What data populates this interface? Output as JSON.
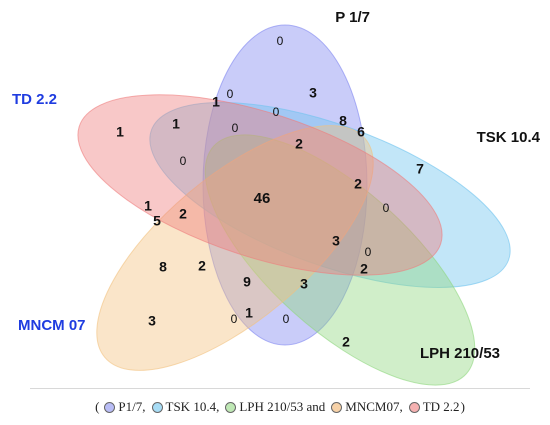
{
  "diagram": {
    "sets": [
      {
        "key": "p",
        "label": "P 1/7",
        "color": "#7f86f0",
        "label_color": "#111111"
      },
      {
        "key": "tsk",
        "label": "TSK 10.4",
        "color": "#6ec3ef",
        "label_color": "#111111"
      },
      {
        "key": "lph",
        "label": "LPH 210/53",
        "color": "#90d77f",
        "label_color": "#111111"
      },
      {
        "key": "mn",
        "label": "MNCM 07",
        "color": "#f2c17f",
        "label_color": "#1f3ce0"
      },
      {
        "key": "td",
        "label": "TD 2.2",
        "color": "#ef7d7d",
        "label_color": "#1f3ce0"
      }
    ],
    "regions": [
      {
        "value": "0",
        "bold": false
      },
      {
        "value": "3",
        "bold": true
      },
      {
        "value": "0",
        "bold": false
      },
      {
        "value": "1",
        "bold": true
      },
      {
        "value": "0",
        "bold": false
      },
      {
        "value": "8",
        "bold": true
      },
      {
        "value": "6",
        "bold": true
      },
      {
        "value": "1",
        "bold": true
      },
      {
        "value": "1",
        "bold": true
      },
      {
        "value": "0",
        "bold": false
      },
      {
        "value": "2",
        "bold": true
      },
      {
        "value": "7",
        "bold": true
      },
      {
        "value": "0",
        "bold": false
      },
      {
        "value": "2",
        "bold": true
      },
      {
        "value": "0",
        "bold": false
      },
      {
        "value": "46",
        "bold": true
      },
      {
        "value": "1",
        "bold": true
      },
      {
        "value": "5",
        "bold": true
      },
      {
        "value": "2",
        "bold": true
      },
      {
        "value": "3",
        "bold": true
      },
      {
        "value": "0",
        "bold": false
      },
      {
        "value": "2",
        "bold": true
      },
      {
        "value": "8",
        "bold": true
      },
      {
        "value": "2",
        "bold": true
      },
      {
        "value": "9",
        "bold": true
      },
      {
        "value": "3",
        "bold": true
      },
      {
        "value": "3",
        "bold": true
      },
      {
        "value": "0",
        "bold": false
      },
      {
        "value": "1",
        "bold": true
      },
      {
        "value": "0",
        "bold": false
      },
      {
        "value": "2",
        "bold": true
      }
    ]
  },
  "caption": {
    "open": "(",
    "close": ")",
    "items": [
      {
        "label": "P1/7,",
        "color": "#b9bdf6"
      },
      {
        "label": "TSK 10.4,",
        "color": "#a7dcf5"
      },
      {
        "label": "LPH 210/53 and",
        "color": "#bfe8b5"
      },
      {
        "label": "MNCM07,",
        "color": "#f7d2a8"
      },
      {
        "label": "TD 2.2",
        "color": "#f5b1b1"
      }
    ]
  }
}
